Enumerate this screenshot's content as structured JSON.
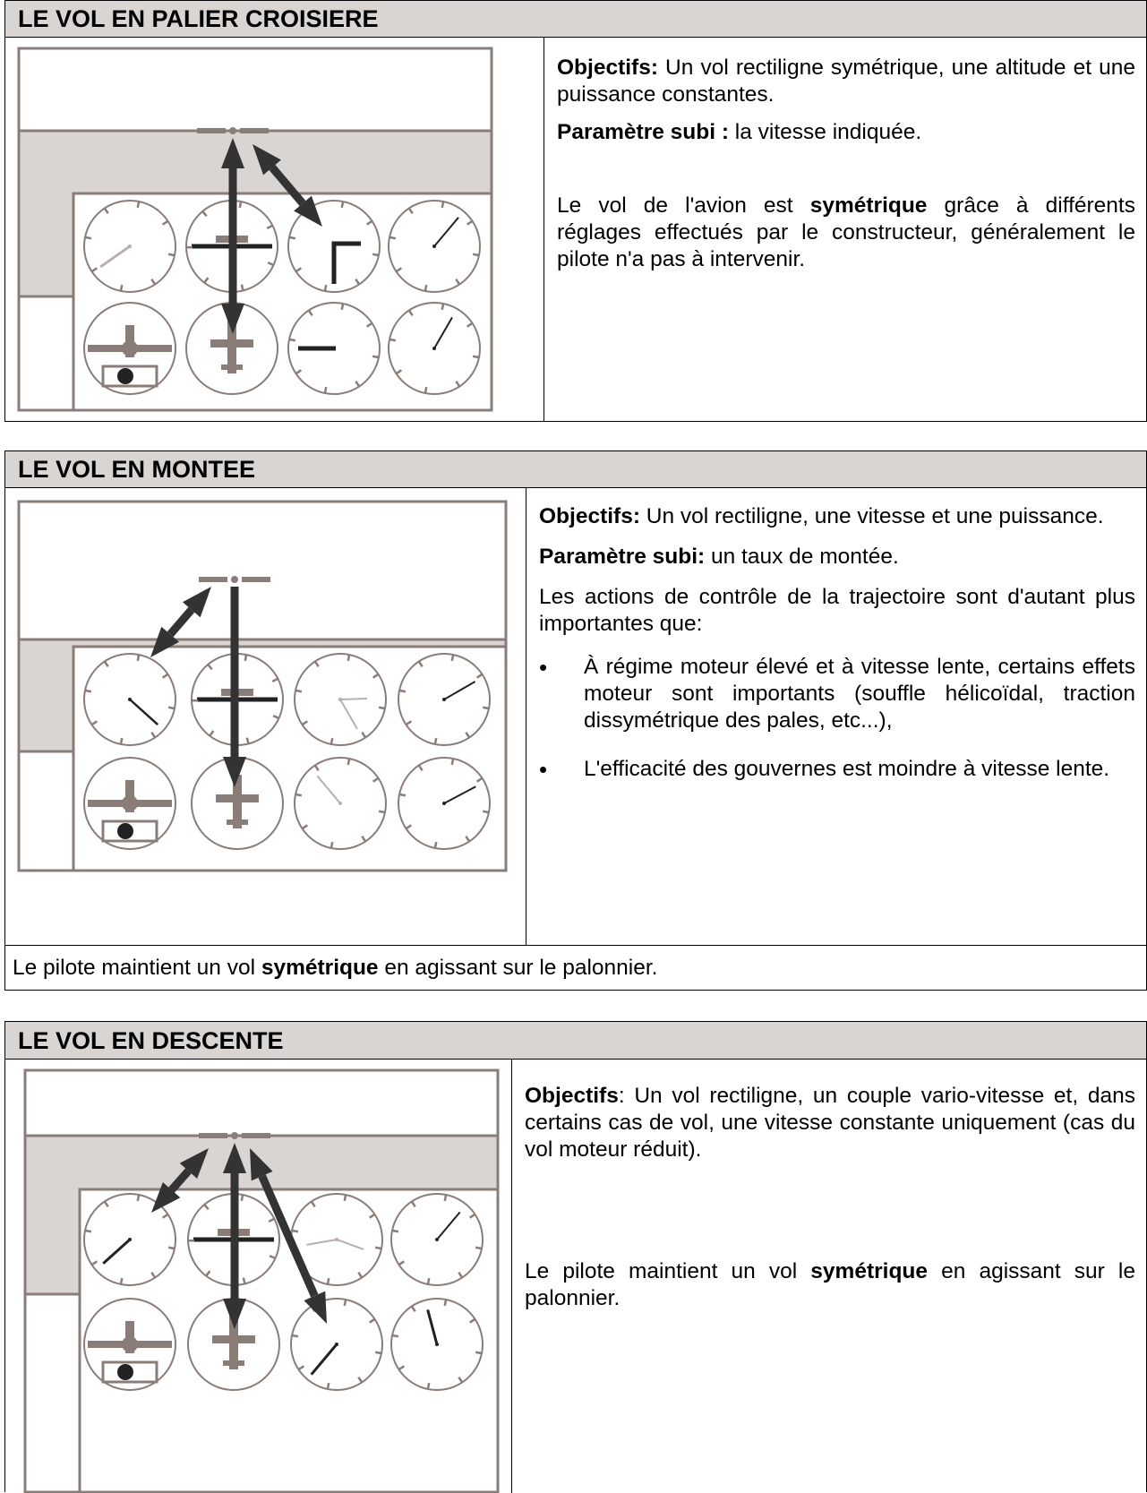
{
  "sections": [
    {
      "title": "LE VOL EN PALIER CROISIERE",
      "objectifs_label": "Objectifs:",
      "objectifs_text": " Un vol rectiligne symétrique, une altitude et une puissance constantes.",
      "parametre_label": "Paramètre subi :",
      "parametre_text": " la vitesse indiquée.",
      "para_pre": "Le vol de l'avion est ",
      "para_bold": "symétrique",
      "para_post": " grâce à différents réglages effectués par le constructeur, généralement le pilote n'a pas à intervenir."
    },
    {
      "title": "LE VOL EN MONTEE",
      "objectifs_label": "Objectifs:",
      "objectifs_text": " Un vol rectiligne, une vitesse et une puissance.",
      "parametre_label": "Paramètre subi:",
      "parametre_text": " un taux de montée.",
      "intro": "Les actions de contrôle de la trajectoire sont d'autant plus importantes que:",
      "bullets": [
        "À régime moteur élevé et à vitesse lente, certains effets moteur sont importants (souffle hélicoïdal, traction dissymétrique des pales, etc...),",
        "L'efficacité des gouvernes est moindre à vitesse lente."
      ],
      "footer_pre": "Le pilote maintient un vol ",
      "footer_bold": "symétrique",
      "footer_post": " en agissant sur le palonnier."
    },
    {
      "title": "LE VOL EN DESCENTE",
      "objectifs_label": "Objectifs",
      "objectifs_text": ": Un vol rectiligne, un couple vario-vitesse et, dans certains cas de vol,  une vitesse constante uniquement (cas du vol moteur réduit).",
      "para_pre": "Le pilote maintient un vol ",
      "para_bold": "symétrique",
      "para_post": " en agissant sur le palonnier."
    }
  ]
}
